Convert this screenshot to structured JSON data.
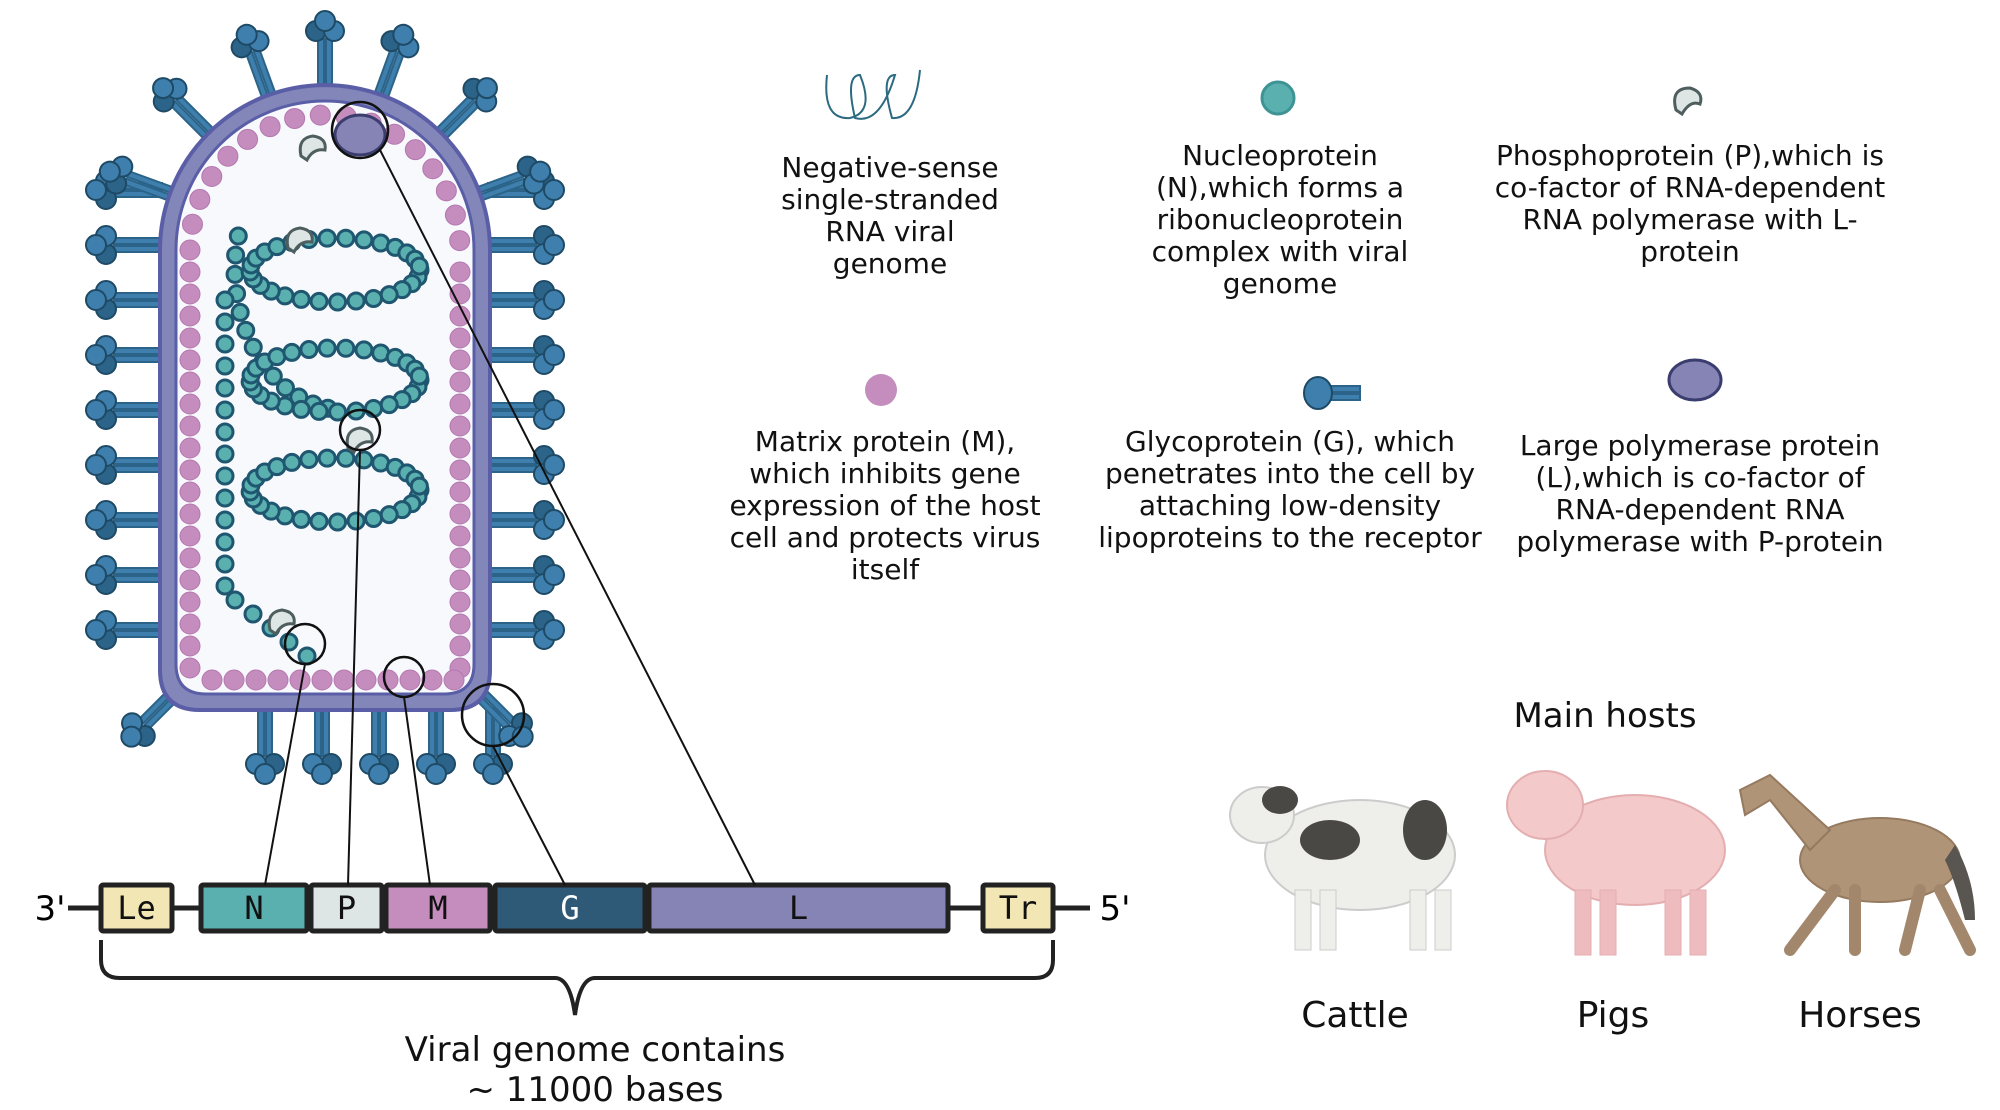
{
  "legend": [
    {
      "key": "rna",
      "icon": "rna-coil-icon",
      "text": "Negative-sense\nsingle-stranded\nRNA viral\ngenome"
    },
    {
      "key": "n",
      "icon": "nucleoprotein-icon",
      "color": "#5aafaf",
      "text": "Nucleoprotein\n(N),which forms a\nribonucleoprotein\ncomplex with viral\ngenome"
    },
    {
      "key": "p",
      "icon": "phosphoprotein-icon",
      "color": "#dde6e4",
      "text": "Phosphoprotein (P),which is\nco-factor of RNA-dependent\nRNA polymerase with L-\nprotein"
    },
    {
      "key": "m",
      "icon": "matrix-protein-icon",
      "color": "#c48dbd",
      "text": "Matrix protein (M),\nwhich inhibits gene\nexpression of the host\ncell and protects virus\nitself"
    },
    {
      "key": "g",
      "icon": "glycoprotein-icon",
      "color": "#3a7ba8",
      "text": "Glycoprotein (G), which\npenetrates into the cell by\nattaching low-density\nlipoproteins to the receptor"
    },
    {
      "key": "l",
      "icon": "large-polymerase-icon",
      "color": "#8584b4",
      "text": "Large polymerase protein\n(L),which is co-factor of\nRNA-dependent RNA\npolymerase with P-protein"
    }
  ],
  "genome": {
    "end3": "3'",
    "end5": "5'",
    "segments": [
      {
        "label": "Le",
        "color": "#f2e6b4",
        "text_color": "#111111"
      },
      {
        "label": "N",
        "color": "#5aafaf",
        "text_color": "#111111"
      },
      {
        "label": "P",
        "color": "#dde6e4",
        "text_color": "#111111"
      },
      {
        "label": "M",
        "color": "#c48dbd",
        "text_color": "#111111"
      },
      {
        "label": "G",
        "color": "#2e5a78",
        "text_color": "#ffffff"
      },
      {
        "label": "L",
        "color": "#8584b4",
        "text_color": "#111111"
      },
      {
        "label": "Tr",
        "color": "#f2e6b4",
        "text_color": "#111111"
      }
    ],
    "caption": "Viral genome contains\n~ 11000 bases"
  },
  "hosts": {
    "title": "Main hosts",
    "animals": [
      {
        "name": "Cattle",
        "icon": "cattle-icon"
      },
      {
        "name": "Pigs",
        "icon": "pig-icon"
      },
      {
        "name": "Horses",
        "icon": "horse-icon"
      }
    ]
  },
  "colors": {
    "envelope": "#8386b8",
    "envelope_edge": "#5a5ea6",
    "matrix": "#c48dbd",
    "nucleo": "#5aafaf",
    "nucleo_edge": "#1f5670",
    "spike": "#3f7fad",
    "spike_dark": "#2b6488",
    "interior": "#f7f9fd"
  }
}
